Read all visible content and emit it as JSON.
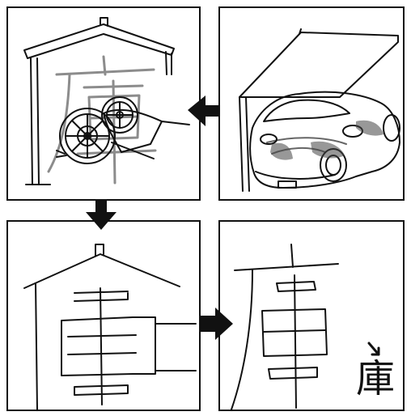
{
  "diagram": {
    "final_character": "庫",
    "ink_color": "#111111",
    "ghost_character_color": "#8c8c8c",
    "panels": [
      {
        "id": "top-left",
        "content": "shed-with-cart"
      },
      {
        "id": "top-right",
        "content": "car-under-carport"
      },
      {
        "id": "bottom-left",
        "content": "character-sketch-roof"
      },
      {
        "id": "bottom-right",
        "content": "character-sketch-final"
      }
    ],
    "arrows": [
      {
        "from": "top-right",
        "to": "top-left",
        "direction": "left"
      },
      {
        "from": "top-left",
        "to": "bottom-left",
        "direction": "down"
      },
      {
        "from": "bottom-left",
        "to": "bottom-right",
        "direction": "right"
      }
    ]
  }
}
